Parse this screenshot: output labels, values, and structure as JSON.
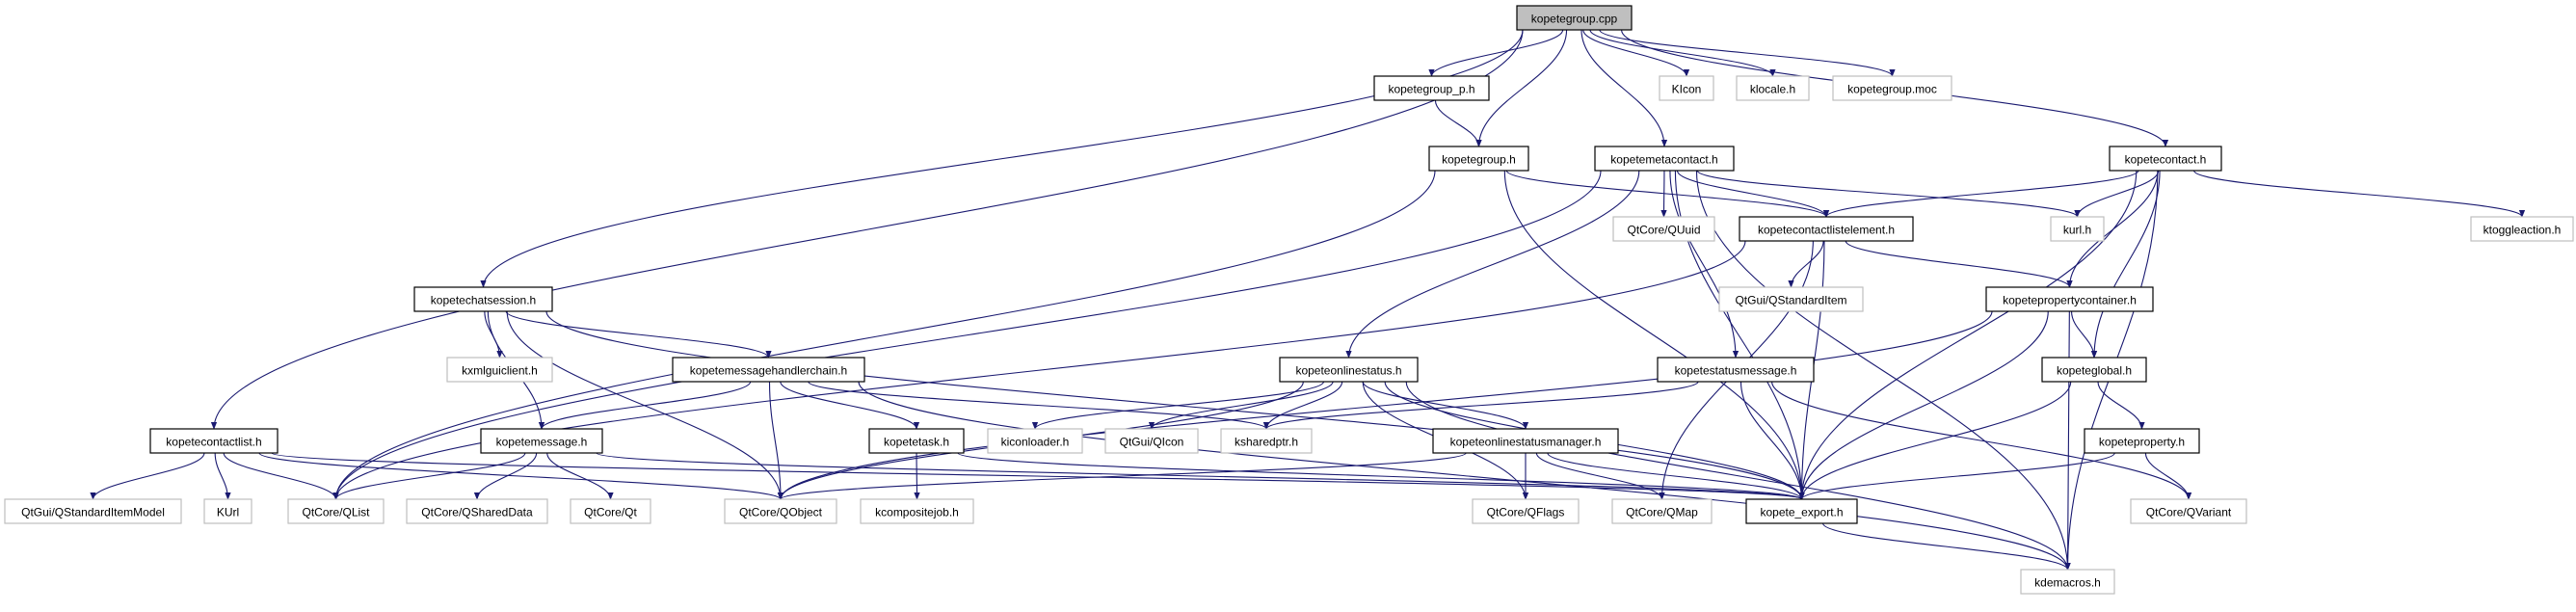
{
  "edge_color": "#191970",
  "root_fill": "#bfbfbf",
  "nodes": [
    {
      "id": "kopetegroup.cpp",
      "kind": "root"
    },
    {
      "id": "kopetegroup_p.h",
      "kind": "doc"
    },
    {
      "id": "KIcon",
      "kind": "ext"
    },
    {
      "id": "klocale.h",
      "kind": "ext"
    },
    {
      "id": "kopetegroup.moc",
      "kind": "ext"
    },
    {
      "id": "kopetegroup.h",
      "kind": "doc"
    },
    {
      "id": "kopetemetacontact.h",
      "kind": "doc"
    },
    {
      "id": "kopetecontact.h",
      "kind": "doc"
    },
    {
      "id": "QtCore/QUuid",
      "kind": "ext"
    },
    {
      "id": "kopetecontactlistelement.h",
      "kind": "doc"
    },
    {
      "id": "kurl.h",
      "kind": "ext"
    },
    {
      "id": "ktoggleaction.h",
      "kind": "ext"
    },
    {
      "id": "kopetechatsession.h",
      "kind": "doc"
    },
    {
      "id": "QtGui/QStandardItem",
      "kind": "ext"
    },
    {
      "id": "kopetepropertycontainer.h",
      "kind": "doc"
    },
    {
      "id": "kxmlguiclient.h",
      "kind": "ext"
    },
    {
      "id": "kopetemessagehandlerchain.h",
      "kind": "doc"
    },
    {
      "id": "kopeteonlinestatus.h",
      "kind": "doc"
    },
    {
      "id": "kopetestatusmessage.h",
      "kind": "doc"
    },
    {
      "id": "kopeteglobal.h",
      "kind": "doc"
    },
    {
      "id": "kopetecontactlist.h",
      "kind": "doc"
    },
    {
      "id": "kopetemessage.h",
      "kind": "doc"
    },
    {
      "id": "kopetetask.h",
      "kind": "doc"
    },
    {
      "id": "kiconloader.h",
      "kind": "ext"
    },
    {
      "id": "QtGui/QIcon",
      "kind": "ext"
    },
    {
      "id": "ksharedptr.h",
      "kind": "ext"
    },
    {
      "id": "kopeteonlinestatusmanager.h",
      "kind": "doc"
    },
    {
      "id": "kopeteproperty.h",
      "kind": "doc"
    },
    {
      "id": "QtGui/QStandardItemModel",
      "kind": "ext"
    },
    {
      "id": "KUrl",
      "kind": "ext"
    },
    {
      "id": "QtCore/QList",
      "kind": "ext"
    },
    {
      "id": "QtCore/QSharedData",
      "kind": "ext"
    },
    {
      "id": "QtCore/Qt",
      "kind": "ext"
    },
    {
      "id": "QtCore/QObject",
      "kind": "ext"
    },
    {
      "id": "kcompositejob.h",
      "kind": "ext"
    },
    {
      "id": "QtCore/QFlags",
      "kind": "ext"
    },
    {
      "id": "QtCore/QMap",
      "kind": "ext"
    },
    {
      "id": "kopete_export.h",
      "kind": "doc"
    },
    {
      "id": "QtCore/QVariant",
      "kind": "ext"
    },
    {
      "id": "kdemacros.h",
      "kind": "ext"
    }
  ],
  "edges": [
    [
      "kopetegroup.cpp",
      "kopetecontactlist.h"
    ],
    [
      "kopetegroup.cpp",
      "kopetechatsession.h"
    ],
    [
      "kopetegroup.cpp",
      "kopetegroup_p.h"
    ],
    [
      "kopetegroup.cpp",
      "kopetegroup.h"
    ],
    [
      "kopetegroup.cpp",
      "kopetemetacontact.h"
    ],
    [
      "kopetegroup.cpp",
      "KIcon"
    ],
    [
      "kopetegroup.cpp",
      "klocale.h"
    ],
    [
      "kopetegroup.cpp",
      "kopetegroup.moc"
    ],
    [
      "kopetegroup.cpp",
      "kopetecontact.h"
    ],
    [
      "kopetegroup_p.h",
      "kopetegroup.h"
    ],
    [
      "kopetegroup.h",
      "QtCore/QList"
    ],
    [
      "kopetegroup.h",
      "kopetecontactlistelement.h"
    ],
    [
      "kopetegroup.h",
      "kopete_export.h"
    ],
    [
      "kopetemetacontact.h",
      "QtCore/QList"
    ],
    [
      "kopetemetacontact.h",
      "kopetecontactlistelement.h"
    ],
    [
      "kopetemetacontact.h",
      "QtCore/QUuid"
    ],
    [
      "kopetemetacontact.h",
      "kopeteonlinestatus.h"
    ],
    [
      "kopetemetacontact.h",
      "kopetestatusmessage.h"
    ],
    [
      "kopetemetacontact.h",
      "kurl.h"
    ],
    [
      "kopetemetacontact.h",
      "kopete_export.h"
    ],
    [
      "kopetemetacontact.h",
      "kdemacros.h"
    ],
    [
      "kopetecontact.h",
      "kopetecontactlistelement.h"
    ],
    [
      "kopetecontact.h",
      "kurl.h"
    ],
    [
      "kopetecontact.h",
      "kopetepropertycontainer.h"
    ],
    [
      "kopetecontact.h",
      "kopeteglobal.h"
    ],
    [
      "kopetecontact.h",
      "kopete_export.h"
    ],
    [
      "kopetecontact.h",
      "ktoggleaction.h"
    ],
    [
      "kopetecontact.h",
      "kdemacros.h"
    ],
    [
      "kopetecontactlistelement.h",
      "QtCore/QList"
    ],
    [
      "kopetecontactlistelement.h",
      "QtGui/QStandardItem"
    ],
    [
      "kopetecontactlistelement.h",
      "kopetepropertycontainer.h"
    ],
    [
      "kopetecontactlistelement.h",
      "kopete_export.h"
    ],
    [
      "kopetecontactlistelement.h",
      "QtCore/QMap"
    ],
    [
      "kopetechatsession.h",
      "kxmlguiclient.h"
    ],
    [
      "kopetechatsession.h",
      "kopetemessage.h"
    ],
    [
      "kopetechatsession.h",
      "kopetemessagehandlerchain.h"
    ],
    [
      "kopetechatsession.h",
      "QtCore/QObject"
    ],
    [
      "kopetechatsession.h",
      "kopete_export.h"
    ],
    [
      "kopetepropertycontainer.h",
      "QtCore/QObject"
    ],
    [
      "kopetepropertycontainer.h",
      "kopeteglobal.h"
    ],
    [
      "kopetepropertycontainer.h",
      "kopete_export.h"
    ],
    [
      "kopetepropertycontainer.h",
      "kdemacros.h"
    ],
    [
      "kopetemessagehandlerchain.h",
      "kopetemessage.h"
    ],
    [
      "kopetemessagehandlerchain.h",
      "QtCore/QObject"
    ],
    [
      "kopetemessagehandlerchain.h",
      "kopetetask.h"
    ],
    [
      "kopetemessagehandlerchain.h",
      "ksharedptr.h"
    ],
    [
      "kopetemessagehandlerchain.h",
      "kdemacros.h"
    ],
    [
      "kopeteonlinestatus.h",
      "QtCore/QObject"
    ],
    [
      "kopeteonlinestatus.h",
      "kiconloader.h"
    ],
    [
      "kopeteonlinestatus.h",
      "QtGui/QIcon"
    ],
    [
      "kopeteonlinestatus.h",
      "ksharedptr.h"
    ],
    [
      "kopeteonlinestatus.h",
      "kopeteonlinestatusmanager.h"
    ],
    [
      "kopeteonlinestatus.h",
      "QtCore/QFlags"
    ],
    [
      "kopeteonlinestatus.h",
      "kopete_export.h"
    ],
    [
      "kopeteonlinestatus.h",
      "kdemacros.h"
    ],
    [
      "kopetestatusmessage.h",
      "ksharedptr.h"
    ],
    [
      "kopetestatusmessage.h",
      "kopete_export.h"
    ],
    [
      "kopetestatusmessage.h",
      "QtCore/QVariant"
    ],
    [
      "kopeteglobal.h",
      "kopeteproperty.h"
    ],
    [
      "kopeteglobal.h",
      "kopete_export.h"
    ],
    [
      "kopetecontactlist.h",
      "QtGui/QStandardItemModel"
    ],
    [
      "kopetecontactlist.h",
      "KUrl"
    ],
    [
      "kopetecontactlist.h",
      "QtCore/QList"
    ],
    [
      "kopetecontactlist.h",
      "QtCore/QObject"
    ],
    [
      "kopetecontactlist.h",
      "kopete_export.h"
    ],
    [
      "kopetemessage.h",
      "QtCore/QList"
    ],
    [
      "kopetemessage.h",
      "QtCore/QSharedData"
    ],
    [
      "kopetemessage.h",
      "QtCore/Qt"
    ],
    [
      "kopetemessage.h",
      "kopete_export.h"
    ],
    [
      "kopetetask.h",
      "kcompositejob.h"
    ],
    [
      "kopetetask.h",
      "kopete_export.h"
    ],
    [
      "kopeteonlinestatusmanager.h",
      "QtCore/QObject"
    ],
    [
      "kopeteonlinestatusmanager.h",
      "QtCore/QFlags"
    ],
    [
      "kopeteonlinestatusmanager.h",
      "QtCore/QMap"
    ],
    [
      "kopeteonlinestatusmanager.h",
      "kopete_export.h"
    ],
    [
      "kopeteproperty.h",
      "kopete_export.h"
    ],
    [
      "kopeteproperty.h",
      "QtCore/QVariant"
    ],
    [
      "kopete_export.h",
      "kdemacros.h"
    ]
  ]
}
